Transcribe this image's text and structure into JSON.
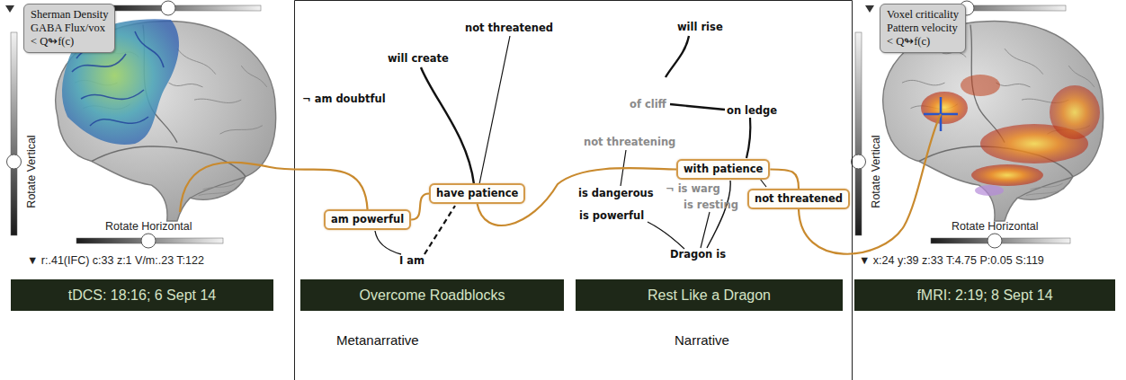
{
  "diagram": {
    "nodes": [
      {
        "text": [
          "Sherman Density",
          "GABA Flux/vox",
          "< Q↬f(c)"
        ]
      },
      {
        "text": [
          "tDCS: 18:16; 6 Sept 14"
        ]
      },
      {
        "text": [
          "have patience"
        ]
      },
      {
        "text": [
          "am powerful"
        ]
      },
      {
        "text": [
          "Overcome Roadblocks"
        ]
      },
      {
        "text": [
          "with patience"
        ]
      },
      {
        "text": [
          "not threatened"
        ]
      },
      {
        "text": [
          "Rest Like a Dragon"
        ]
      },
      {
        "text": [
          "Voxel criticality",
          "Pattern velocity",
          "< Q↬f(c)"
        ]
      },
      {
        "text": [
          "fMRI: 2:19; 8 Sept 14"
        ]
      }
    ],
    "edges": [
      {
        "from": 3,
        "to": 2,
        "arrow": "none"
      },
      {
        "from": 2,
        "to": 5,
        "arrow": "none"
      },
      {
        "from": 5,
        "to": 6,
        "arrow": "none"
      }
    ],
    "labels": [
      "Rotate Vertical",
      "Rotate Horizontal",
      "▼ r:.41(IFC) c:33 z:1 V/m:.23 T:122",
      "not threatened",
      "will create",
      "¬ am doubtful",
      "I am",
      "will rise",
      "of cliff",
      "on ledge",
      "not threatening",
      "¬ is warg",
      "is dangerous",
      "is powerful",
      "is resting",
      "Dragon is",
      "Metanarrative",
      "Narrative",
      "Rotate Vertical",
      "Rotate Horizontal",
      "▼ x:24 y:39 z:33 T:4.75 P:0.05 S:119"
    ]
  }
}
